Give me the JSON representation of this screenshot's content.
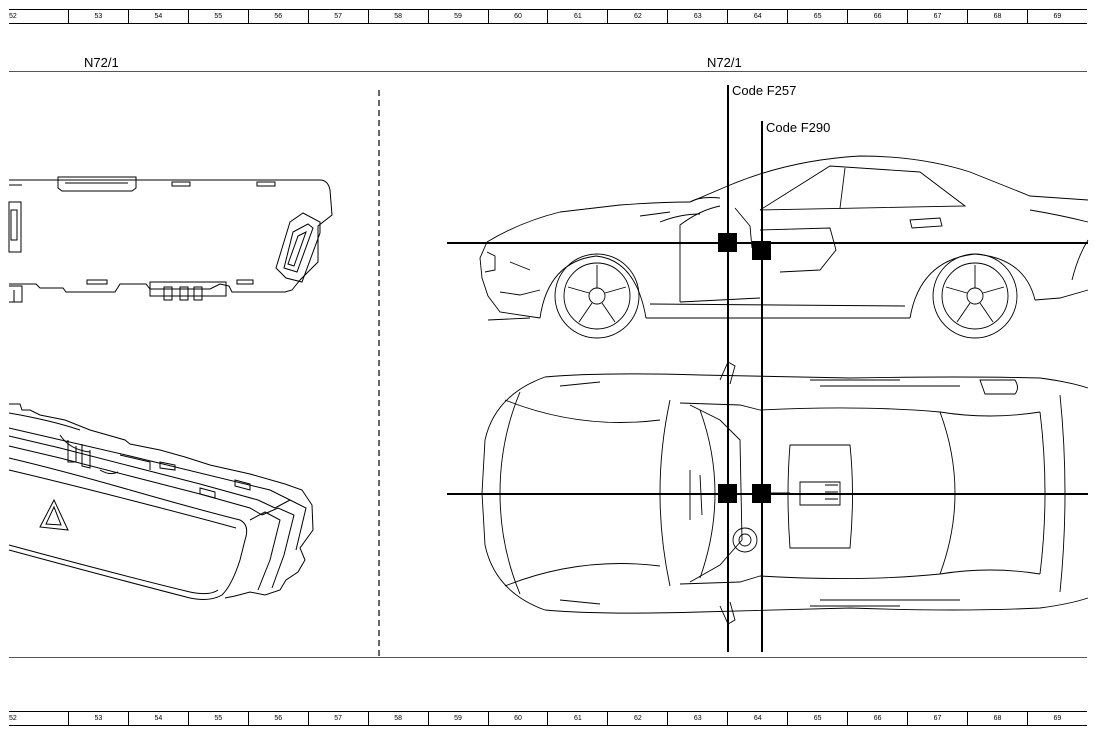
{
  "ruler": {
    "columns": [
      "52",
      "53",
      "54",
      "55",
      "56",
      "57",
      "58",
      "59",
      "60",
      "61",
      "62",
      "63",
      "64",
      "65",
      "66",
      "67",
      "68",
      "69"
    ]
  },
  "labels": {
    "left_component": "N72/1",
    "right_component": "N72/1",
    "code_a": "Code F257",
    "code_b": "Code F290"
  },
  "colors": {
    "line": "#000000",
    "frame": "#555555",
    "marker": "#000000"
  }
}
